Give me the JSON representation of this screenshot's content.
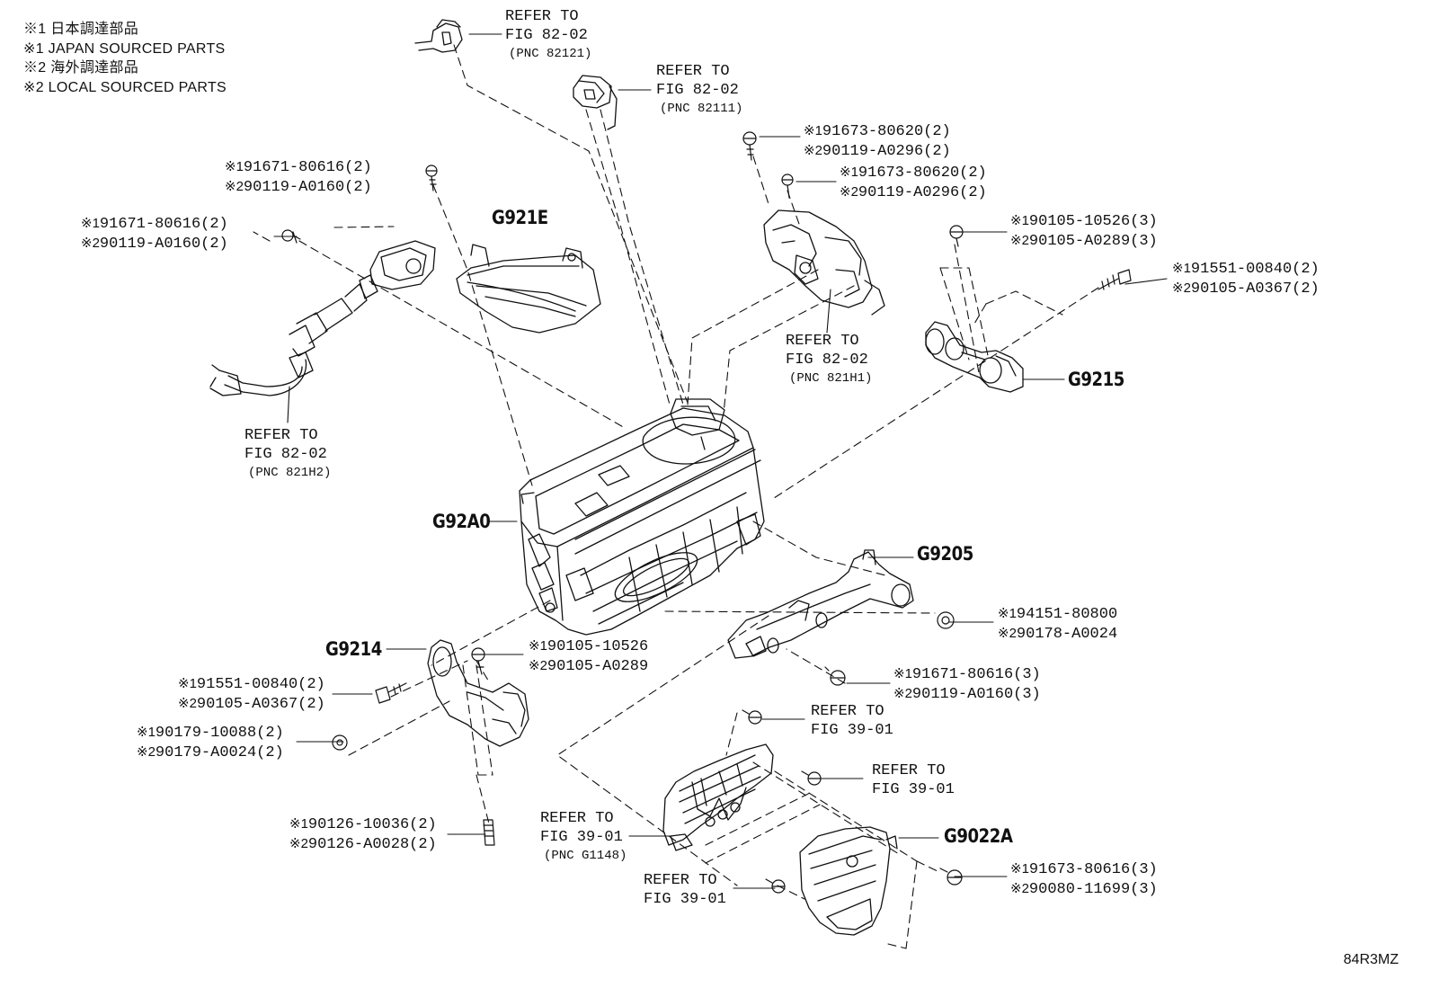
{
  "legend": [
    "※1 日本調達部品",
    "※1 JAPAN SOURCED PARTS",
    "※2 海外調達部品",
    "※2 LOCAL SOURCED PARTS"
  ],
  "part_codes": {
    "g921e": "G921E",
    "g92a0": "G92A0",
    "g9215": "G9215",
    "g9205": "G9205",
    "g9214": "G9214",
    "g9022a": "G9022A"
  },
  "refs": {
    "ref_82121": {
      "line1": "REFER TO",
      "line2": "FIG 82-02",
      "pnc": "(PNC 82121)"
    },
    "ref_82111": {
      "line1": "REFER TO",
      "line2": "FIG 82-02",
      "pnc": "(PNC 82111)"
    },
    "ref_821h1": {
      "line1": "REFER TO",
      "line2": "FIG 82-02",
      "pnc": "(PNC 821H1)"
    },
    "ref_821h2": {
      "line1": "REFER TO",
      "line2": "FIG 82-02",
      "pnc": "(PNC 821H2)"
    },
    "ref_3901_a": {
      "line1": "REFER TO",
      "line2": "FIG 39-01"
    },
    "ref_3901_b": {
      "line1": "REFER TO",
      "line2": "FIG 39-01"
    },
    "ref_g1148": {
      "line1": "REFER TO",
      "line2": "FIG 39-01",
      "pnc": "(PNC G1148)"
    },
    "ref_3901_c": {
      "line1": "REFER TO",
      "line2": "FIG 39-01"
    }
  },
  "part_numbers": {
    "p1": {
      "m1": "※1",
      "n1": "91671-80616(2)",
      "m2": "※2",
      "n2": "90119-A0160(2)"
    },
    "p2": {
      "m1": "※1",
      "n1": "91671-80616(2)",
      "m2": "※2",
      "n2": "90119-A0160(2)"
    },
    "p3": {
      "m1": "※1",
      "n1": "91673-80620(2)",
      "m2": "※2",
      "n2": "90119-A0296(2)"
    },
    "p4": {
      "m1": "※1",
      "n1": "91673-80620(2)",
      "m2": "※2",
      "n2": "90119-A0296(2)"
    },
    "p5": {
      "m1": "※1",
      "n1": "90105-10526(3)",
      "m2": "※2",
      "n2": "90105-A0289(3)"
    },
    "p6": {
      "m1": "※1",
      "n1": "91551-00840(2)",
      "m2": "※2",
      "n2": "90105-A0367(2)"
    },
    "p7": {
      "m1": "※1",
      "n1": "94151-80800",
      "m2": "※2",
      "n2": "90178-A0024"
    },
    "p8": {
      "m1": "※1",
      "n1": "90105-10526",
      "m2": "※2",
      "n2": "90105-A0289"
    },
    "p9": {
      "m1": "※1",
      "n1": "91671-80616(3)",
      "m2": "※2",
      "n2": "90119-A0160(3)"
    },
    "p10": {
      "m1": "※1",
      "n1": "91551-00840(2)",
      "m2": "※2",
      "n2": "90105-A0367(2)"
    },
    "p11": {
      "m1": "※1",
      "n1": "90179-10088(2)",
      "m2": "※2",
      "n2": "90179-A0024(2)"
    },
    "p12": {
      "m1": "※1",
      "n1": "90126-10036(2)",
      "m2": "※2",
      "n2": "90126-A0028(2)"
    },
    "p13": {
      "m1": "※1",
      "n1": "91673-80616(3)",
      "m2": "※2",
      "n2": "90080-11699(3)"
    }
  },
  "illustration_id": "84R3MZ"
}
